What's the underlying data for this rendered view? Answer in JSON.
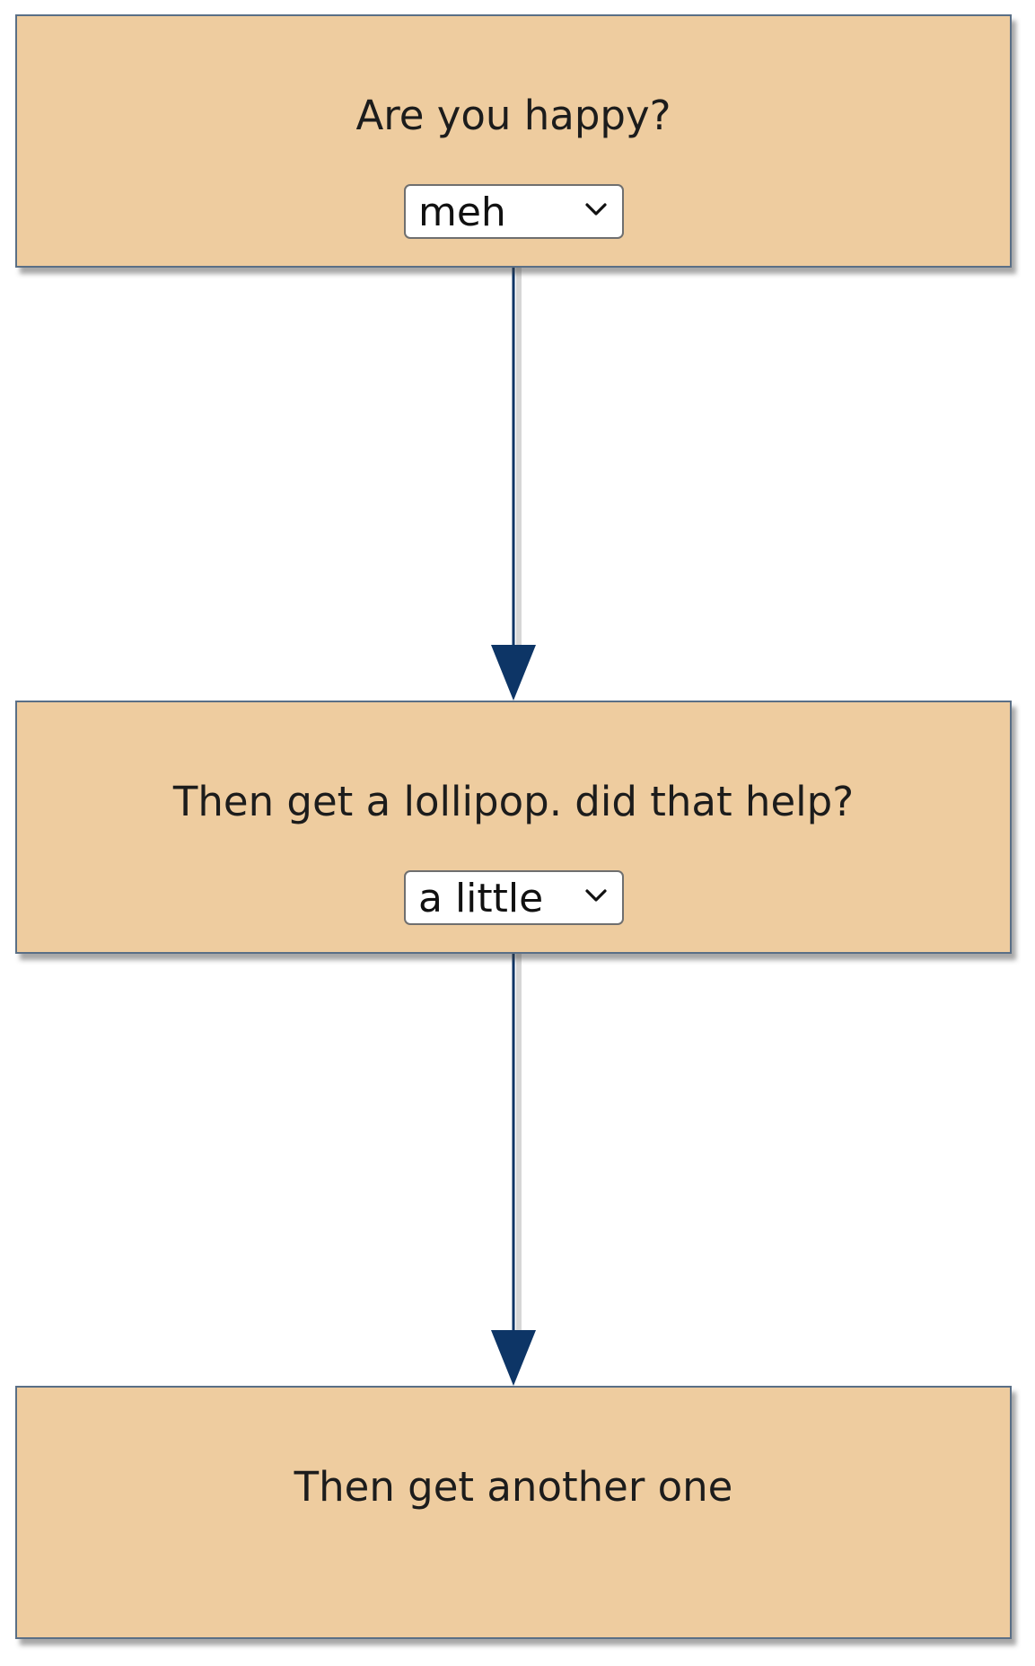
{
  "nodes": [
    {
      "id": "node-1",
      "text": "Are you happy?",
      "dropdown": {
        "selected": "meh"
      }
    },
    {
      "id": "node-2",
      "text": "Then get a lollipop. did that help?",
      "dropdown": {
        "selected": "a little"
      }
    },
    {
      "id": "node-3",
      "text": "Then get another one"
    }
  ],
  "colors": {
    "node_fill": "#eecc9f",
    "node_border": "#5a6f86",
    "connector": "#0d3566",
    "background": "#ffffff"
  },
  "icons": {
    "dropdown_indicator": "chevron-down-icon",
    "connector_head": "arrowhead-icon"
  }
}
